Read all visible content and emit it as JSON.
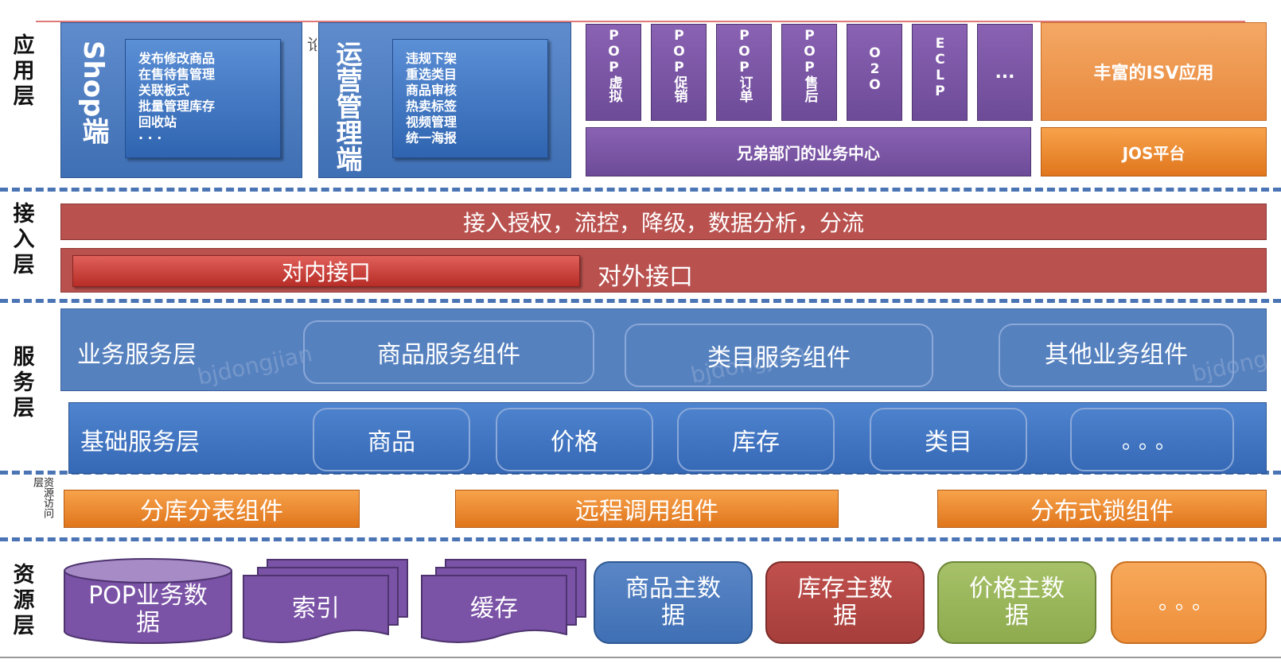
{
  "layers": {
    "app": "应用层",
    "access": "接入层",
    "service": "服务层",
    "resaccess": "资源访问层",
    "resource": "资源层"
  },
  "app": {
    "shop_title": "Shop端",
    "shop_items": "发布修改商品\n在售待售管理\n关联板式\n批量管理库存\n回收站\n· · ·",
    "ops_title": "运营管理端",
    "ops_items": "违规下架\n重选类目\n商品审核\n热卖标签\n视频管理\n统一海报",
    "pop_tiles": [
      "POP虚拟",
      "POP促销",
      "POP订单",
      "POP售后",
      "O2O",
      "ECLP",
      "..."
    ],
    "brother_center": "兄弟部门的业务中心",
    "isv": "丰富的ISV应用",
    "jos": "JOS平台",
    "truncated_char": "论"
  },
  "access": {
    "top_bar": "接入授权，流控，降级，数据分析，分流",
    "internal": "对内接口",
    "external": "对外接口"
  },
  "service": {
    "biz_label": "业务服务层",
    "biz_components": [
      "商品服务组件",
      "类目服务组件",
      "其他业务组件"
    ],
    "base_label": "基础服务层",
    "base_components": [
      "商品",
      "价格",
      "库存",
      "类目",
      "。。。"
    ],
    "watermark": "bjdongjian"
  },
  "resaccess": {
    "components": [
      "分库分表组件",
      "远程调用组件",
      "分布式锁组件"
    ]
  },
  "resource": {
    "items": [
      "POP业务数据",
      "索引",
      "缓存",
      "商品主数据",
      "库存主数据",
      "价格主数据",
      "。。。"
    ]
  },
  "colors": {
    "dash": "#4a74b4",
    "blue": "#3f6fb4",
    "purple": "#7650a0",
    "orange": "#e8883c",
    "red": "#b9524f",
    "green": "#9bbb59"
  }
}
